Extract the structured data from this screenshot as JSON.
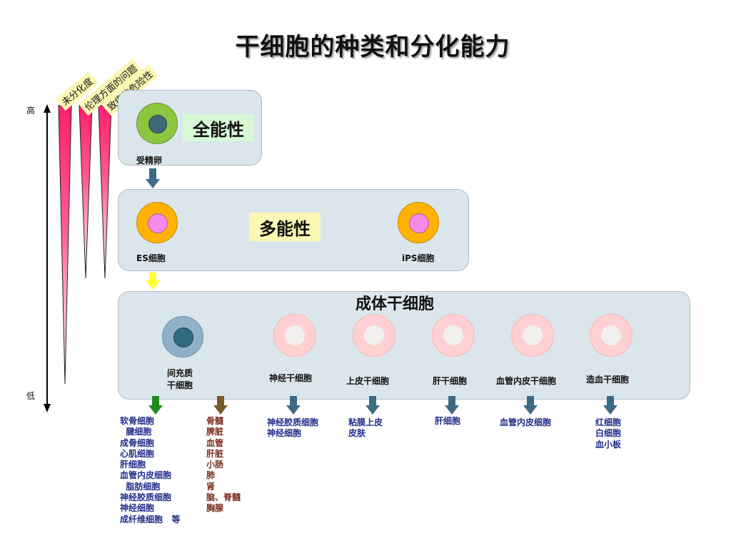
{
  "title": "干细胞的种类和分化能力",
  "scale": {
    "labels": [
      "未分化度",
      "伦理方面的问题",
      "致癌的危险性"
    ],
    "high": "高",
    "low": "低"
  },
  "totipotent": {
    "badge": "全能性",
    "cell_label": "受精卵"
  },
  "pluripotent": {
    "badge": "多能性",
    "es_label": "ES细胞",
    "ips_label": "iPS细胞"
  },
  "adult": {
    "title": "成体干细胞",
    "cells": [
      {
        "label": "间充质\n干细胞"
      },
      {
        "label": "神经干细胞"
      },
      {
        "label": "上皮干细胞"
      },
      {
        "label": "肝干细胞"
      },
      {
        "label": "血管内皮干细胞"
      },
      {
        "label": "造血干细胞"
      }
    ]
  },
  "outputs": {
    "mesenchymal_cells": "软骨细胞\n  腱细胞\n成骨细胞\n心肌细胞\n肝细胞\n血管内皮细胞\n  脂肪细胞\n神经胶质细胞\n神经细胞\n成纤维细胞   等",
    "mesenchymal_tissues": "骨髓\n脾脏\n血管\n肝脏\n小肠\n肺\n肾\n脑、脊髓\n胸腺",
    "neural": "神经胶质细胞\n神经细胞",
    "epithelial": "粘膜上皮\n皮肤",
    "liver": "肝细胞",
    "vascular": "血管内皮细胞",
    "hematopoietic": "红细胞\n白细胞\n血小板"
  },
  "colors": {
    "panel": "#dbe6ec",
    "arrow_blue": "#3f6a85",
    "arrow_yellow": "#ffff33",
    "arrow_green": "#1e8a1e",
    "arrow_brown": "#7a5a2a",
    "triangle_pink": "#ff1e6e",
    "badge_green": "#d8f8d6",
    "badge_yellow": "#fbf7b4"
  }
}
